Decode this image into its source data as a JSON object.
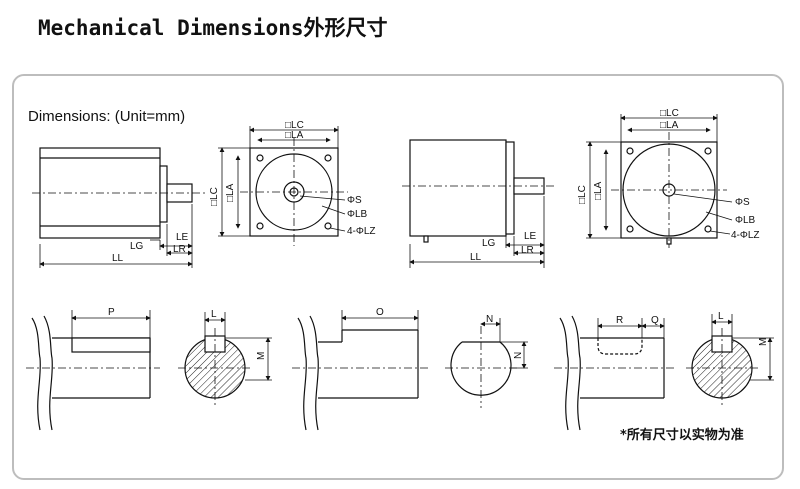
{
  "title": "Mechanical Dimensions外形尺寸",
  "heading": "Dimensions: (Unit=mm)",
  "footnote": "*所有尺寸以实物为准",
  "labels": {
    "lc": "□LC",
    "la": "□LA",
    "phi_s": "ΦS",
    "phi_lb": "ΦLB",
    "phi_lz": "4-ΦLZ",
    "lg": "LG",
    "le": "LE",
    "lr": "LR",
    "ll": "LL",
    "p": "P",
    "l": "L",
    "m": "M",
    "o": "O",
    "n": "N",
    "r": "R",
    "q": "Q"
  }
}
